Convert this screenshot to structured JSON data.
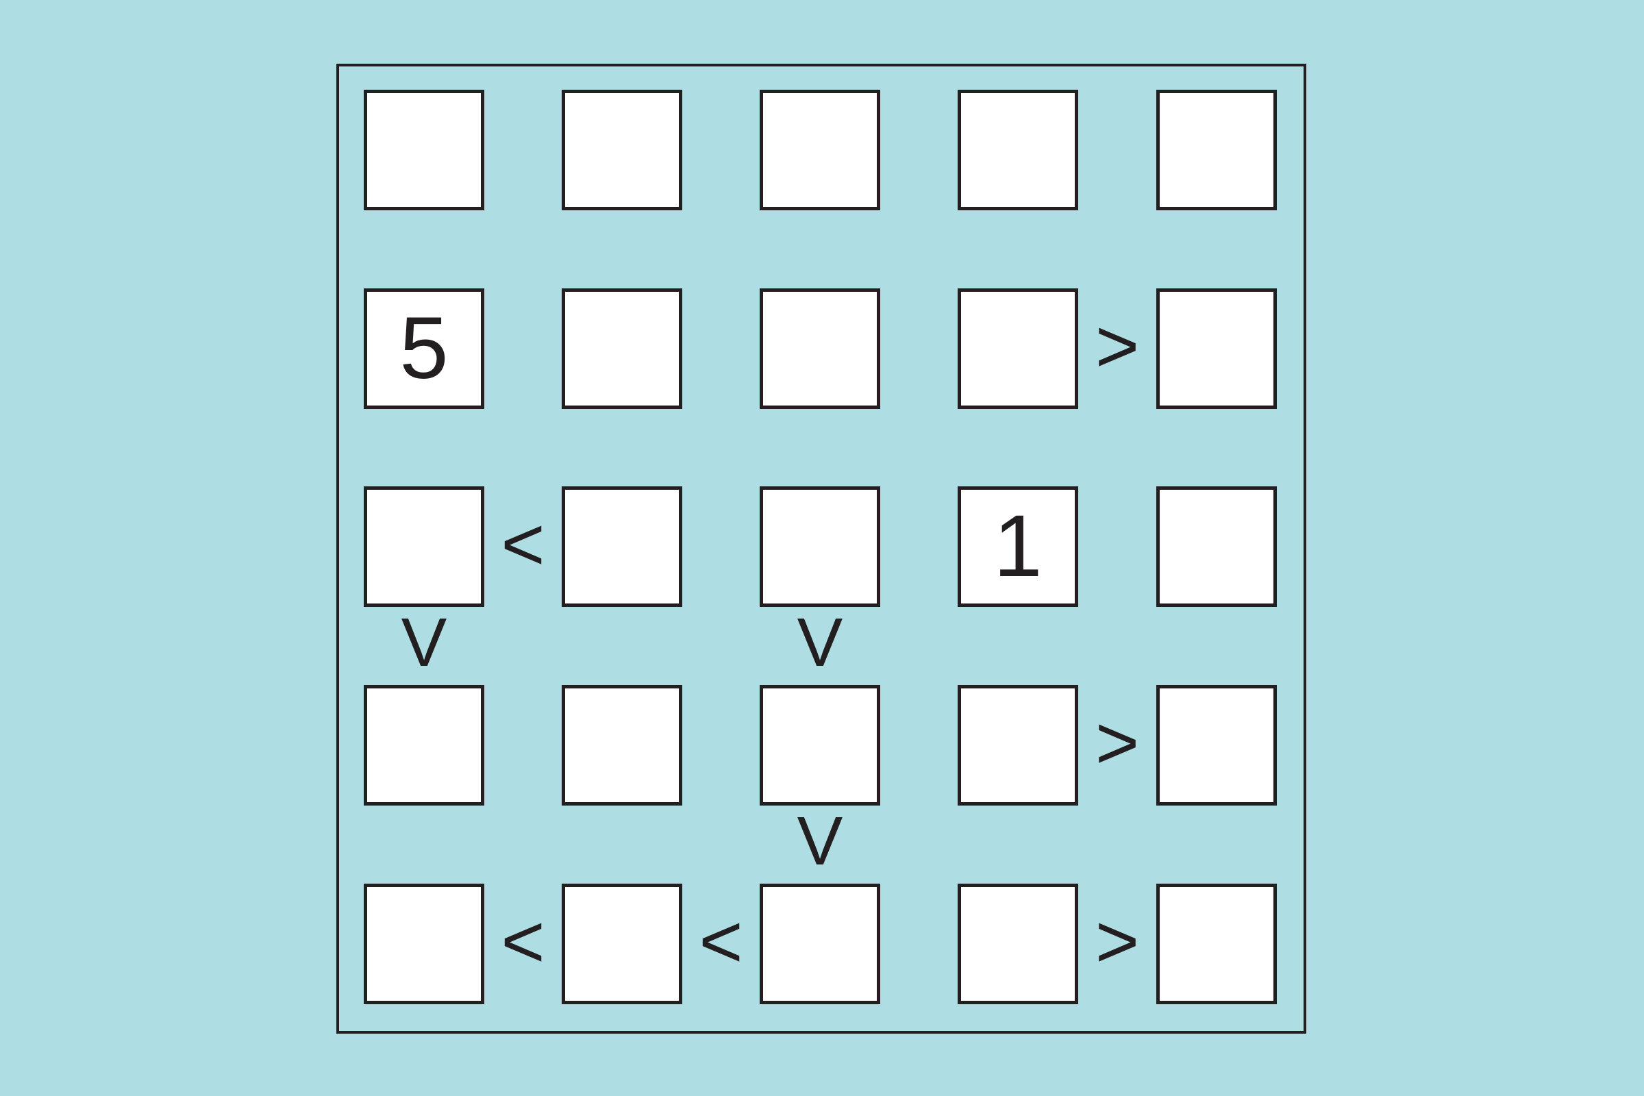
{
  "puzzle": {
    "type": "futoshiki",
    "size": 5,
    "colors": {
      "background": "#AEDDE4",
      "stroke": "#231F20",
      "cell": "#FFFFFF"
    },
    "grid": [
      [
        "",
        "",
        "",
        "",
        ""
      ],
      [
        "5",
        "",
        "",
        "",
        ""
      ],
      [
        "",
        "",
        "",
        "1",
        ""
      ],
      [
        "",
        "",
        "",
        "",
        ""
      ],
      [
        "",
        "",
        "",
        "",
        ""
      ]
    ],
    "horizontal_constraints": [
      {
        "row": 1,
        "left_col": 3,
        "symbol": ">"
      },
      {
        "row": 2,
        "left_col": 0,
        "symbol": "<"
      },
      {
        "row": 3,
        "left_col": 3,
        "symbol": ">"
      },
      {
        "row": 4,
        "left_col": 0,
        "symbol": "<"
      },
      {
        "row": 4,
        "left_col": 1,
        "symbol": "<"
      },
      {
        "row": 4,
        "left_col": 3,
        "symbol": ">"
      }
    ],
    "vertical_constraints": [
      {
        "top_row": 2,
        "col": 0,
        "symbol": "v"
      },
      {
        "top_row": 2,
        "col": 2,
        "symbol": "v"
      },
      {
        "top_row": 3,
        "col": 2,
        "symbol": "v"
      }
    ]
  }
}
